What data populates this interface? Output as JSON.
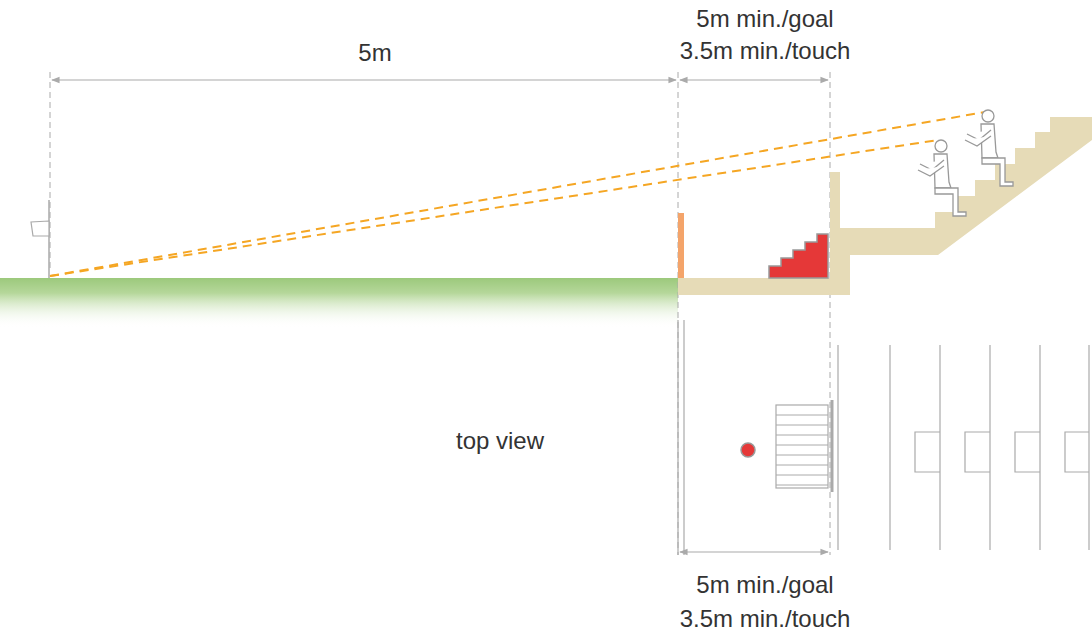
{
  "diagram": {
    "labels": [
      "5m",
      "5m min./goal",
      "3.5m min./touch",
      "top view",
      "5m min./goal",
      "3.5m min./touch"
    ]
  }
}
